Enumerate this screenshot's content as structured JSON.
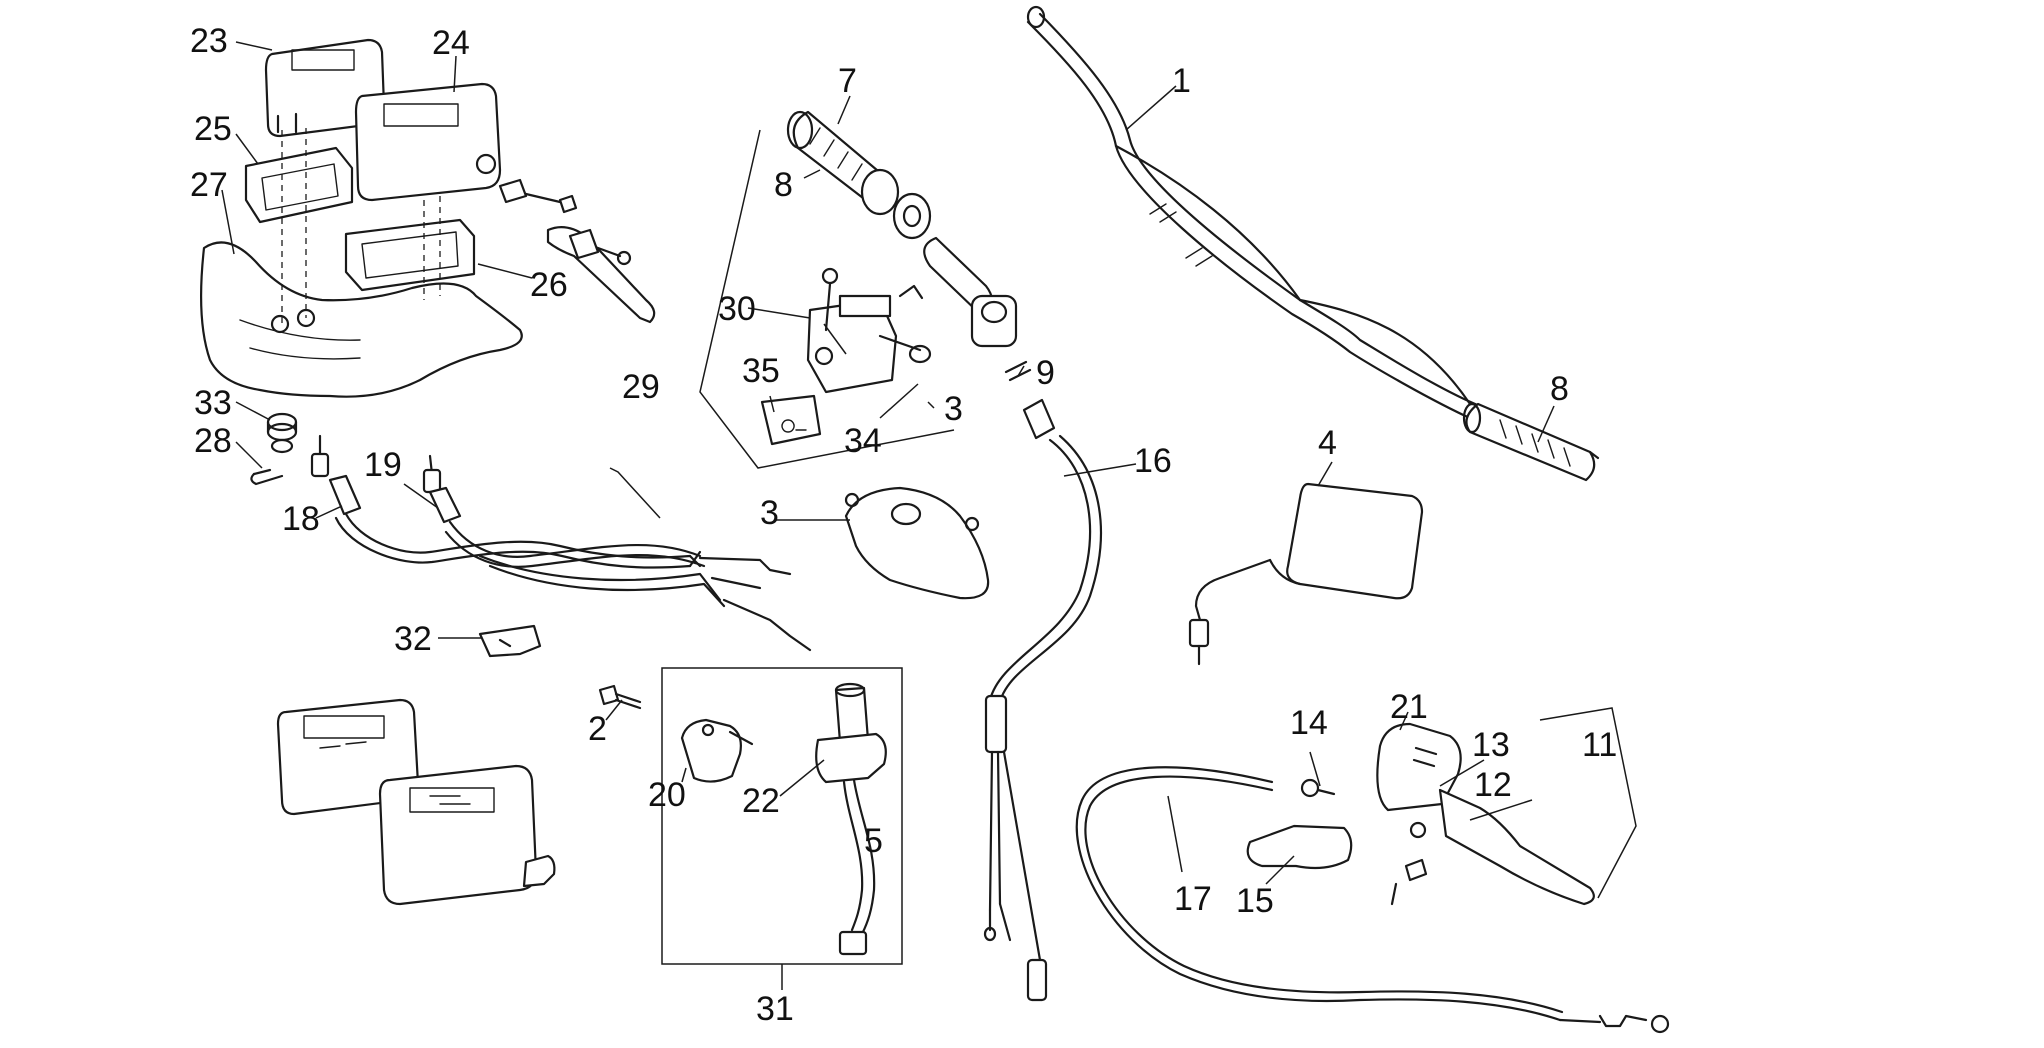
{
  "colors": {
    "ink": "#1a1a1a",
    "background": "#ffffff"
  },
  "callouts": {
    "c1": "1",
    "c2": "2",
    "c3a": "3",
    "c3b": "3",
    "c4": "4",
    "c5": "5",
    "c7": "7",
    "c8a": "8",
    "c8b": "8",
    "c9": "9",
    "c11": "11",
    "c12": "12",
    "c13": "13",
    "c14": "14",
    "c15": "15",
    "c16": "16",
    "c17": "17",
    "c18": "18",
    "c19": "19",
    "c20": "20",
    "c21": "21",
    "c22": "22",
    "c23": "23",
    "c24": "24",
    "c25": "25",
    "c26": "26",
    "c27": "27",
    "c28": "28",
    "c29": "29",
    "c30": "30",
    "c31": "31",
    "c32": "32",
    "c33": "33",
    "c34": "34",
    "c35": "35"
  }
}
